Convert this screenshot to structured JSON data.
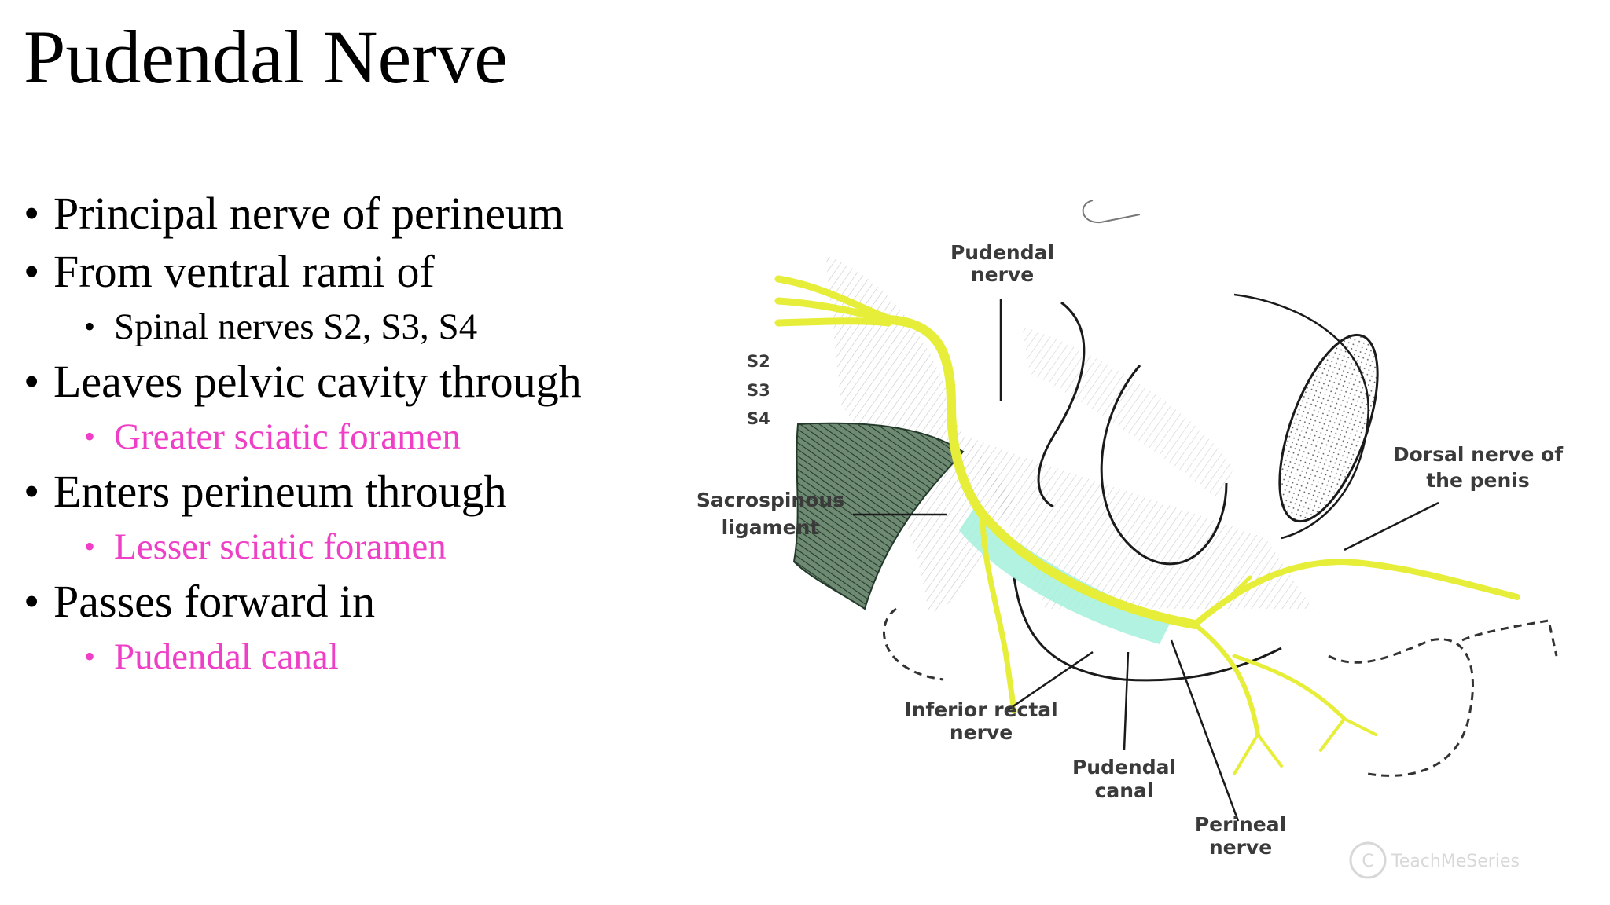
{
  "slide": {
    "title": "Pudendal Nerve",
    "bullets": [
      {
        "level": 1,
        "text": "Principal nerve of perineum"
      },
      {
        "level": 1,
        "text": "From ventral rami of"
      },
      {
        "level": 2,
        "text": "Spinal nerves S2, S3, S4",
        "highlight": false
      },
      {
        "level": 1,
        "text": "Leaves pelvic cavity through"
      },
      {
        "level": 2,
        "text": "Greater sciatic foramen",
        "highlight": true
      },
      {
        "level": 1,
        "text": "Enters perineum through"
      },
      {
        "level": 2,
        "text": "Lesser sciatic foramen",
        "highlight": true
      },
      {
        "level": 1,
        "text": "Passes forward in"
      },
      {
        "level": 2,
        "text": "Pudendal canal",
        "highlight": true
      }
    ],
    "highlight_color": "#ee3fc6"
  },
  "diagram": {
    "labels": {
      "pudendal_nerve_1": "Pudendal",
      "pudendal_nerve_2": "nerve",
      "s2": "S2",
      "s3": "S3",
      "s4": "S4",
      "sacrospinous_1": "Sacrospinous",
      "sacrospinous_2": "ligament",
      "dorsal_nerve_1": "Dorsal nerve of",
      "dorsal_nerve_2": "the penis",
      "inferior_rectal_1": "Inferior rectal",
      "inferior_rectal_2": "nerve",
      "pudendal_canal_1": "Pudendal",
      "pudendal_canal_2": "canal",
      "perineal_1": "Perineal",
      "perineal_2": "nerve"
    },
    "watermark": "TeachMeSeries",
    "colors": {
      "nerve": "#e6ee3a",
      "canal": "#a5f0dc",
      "ligament": "#3d5a44",
      "outline": "#1a1a1a"
    }
  }
}
